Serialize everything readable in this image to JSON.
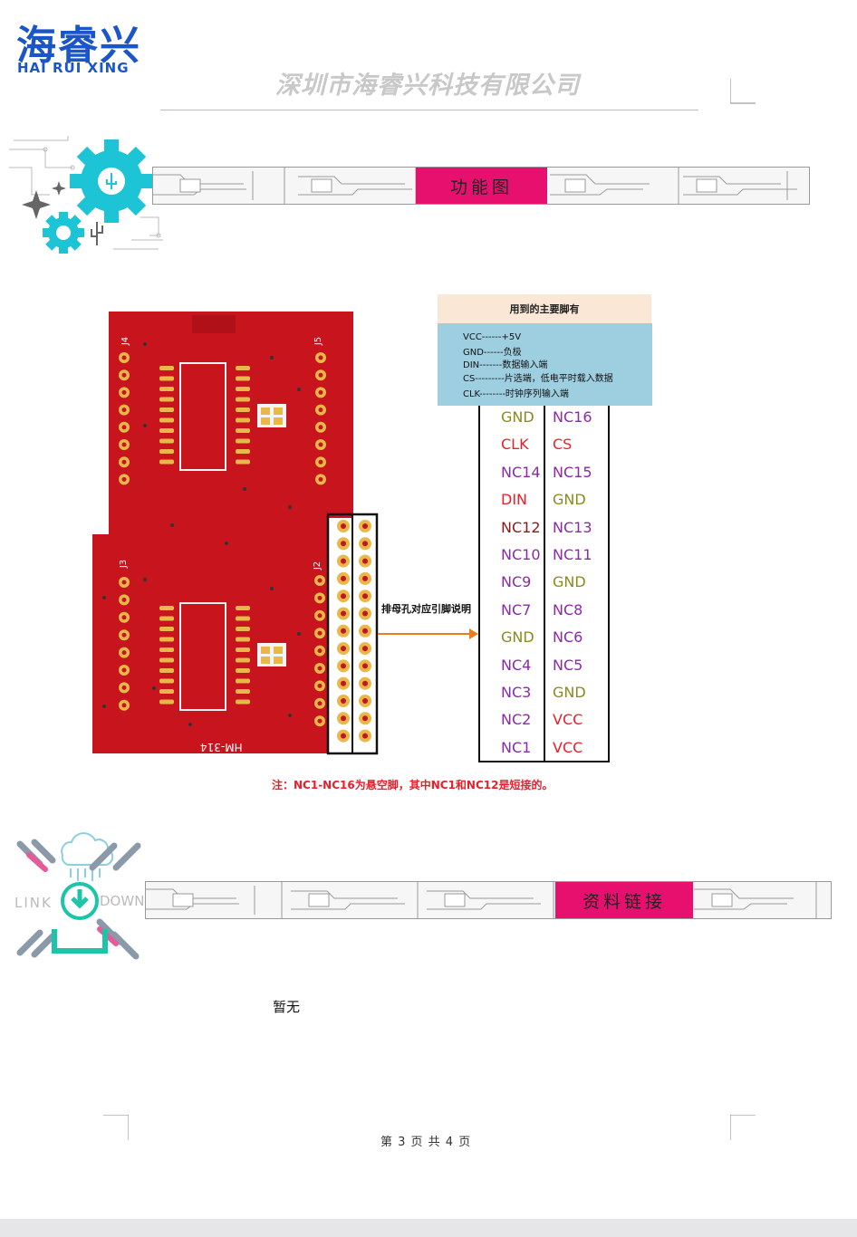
{
  "header": {
    "logo_cn": "海睿兴",
    "logo_en": "HAI RUI XING",
    "company": "深圳市海睿兴科技有限公司"
  },
  "sections": {
    "function_title": "功能图",
    "link_title": "资料链接",
    "link_icon_left": "LINK",
    "link_icon_right": "DOWN"
  },
  "pcb": {
    "board_label": "HM-314",
    "connectors": [
      "J4",
      "J5",
      "J3",
      "J2"
    ]
  },
  "info_box": {
    "title": "用到的主要脚有",
    "lines": [
      "VCC------+5V",
      "GND------负极",
      "DIN-------数据输入端",
      "CS---------片选端，低电平时载入数据",
      "CLK--------时钟序列输入端"
    ]
  },
  "pin_table": {
    "left": [
      "GND",
      "CLK",
      "NC14",
      "DIN",
      "NC12",
      "NC10",
      "NC9",
      "NC7",
      "GND",
      "NC4",
      "NC3",
      "NC2",
      "NC1"
    ],
    "right": [
      "NC16",
      "CS",
      "NC15",
      "GND",
      "NC13",
      "NC11",
      "GND",
      "NC8",
      "NC6",
      "NC5",
      "GND",
      "VCC",
      "VCC"
    ]
  },
  "colors": {
    "gnd": "#8a8a1c",
    "signal": "#e8202a",
    "nc": "#8a2aa8",
    "nc12": "#8b1a1a",
    "banner": "#e8106e",
    "logo": "#1a56c9",
    "pcb": "#c8141c"
  },
  "arrow_label": "排母孔对应引脚说明",
  "note": "注：NC1-NC16为悬空脚，其中NC1和NC12是短接的。",
  "no_data": "暂无",
  "footer": "第 3 页 共 4 页"
}
